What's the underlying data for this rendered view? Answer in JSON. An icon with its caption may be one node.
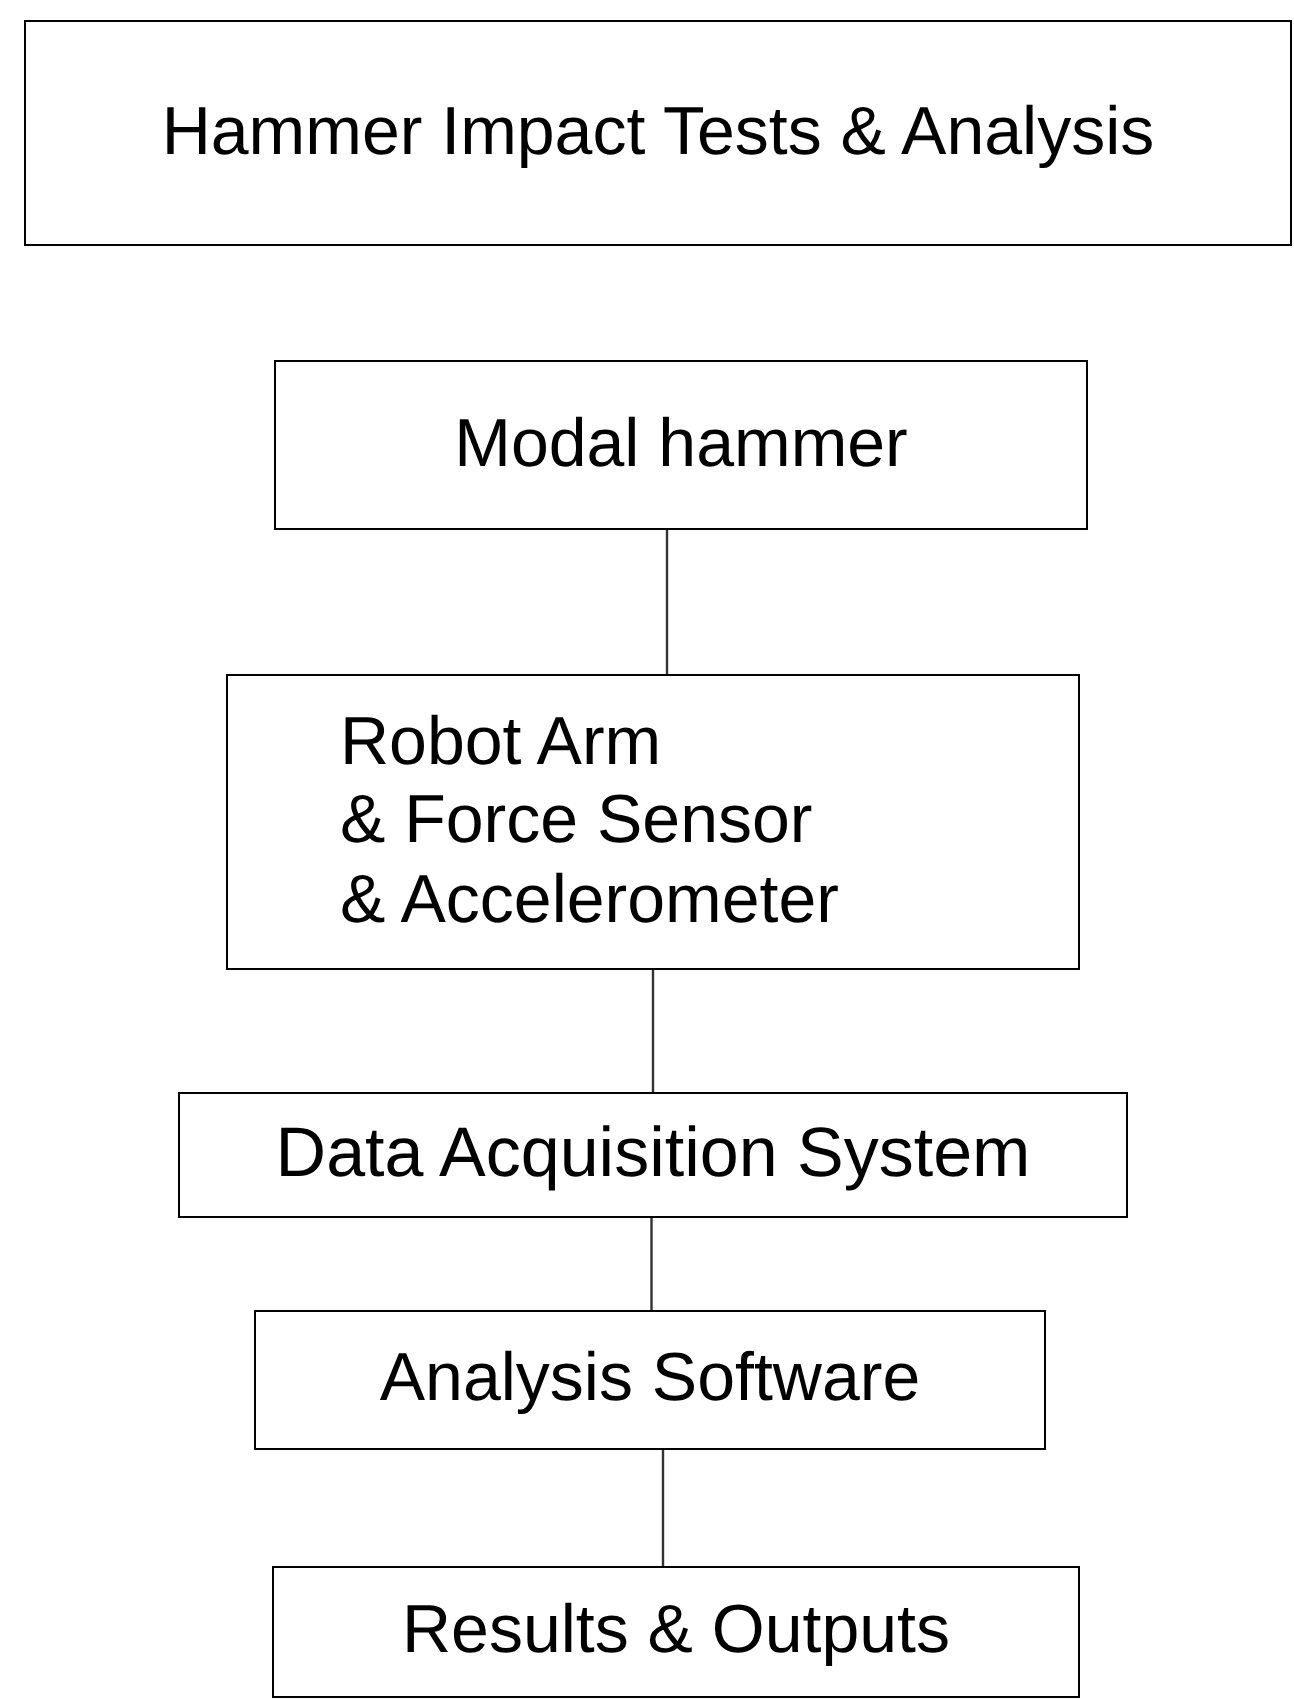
{
  "diagram": {
    "nodes": [
      {
        "text": [
          "Hammer Impact Tests & Analysis"
        ]
      },
      {
        "text": [
          "Modal hammer"
        ]
      },
      {
        "text": [
          "Robot Arm & Force Sensor & Accelerometer"
        ]
      },
      {
        "text": [
          "Data Acquisition System"
        ]
      },
      {
        "text": [
          "Analysis Software"
        ]
      },
      {
        "text": [
          "Results & Outputs"
        ]
      }
    ],
    "edges": [
      {
        "from": 1,
        "to": 2,
        "arrow": "none"
      },
      {
        "from": 2,
        "to": 3,
        "arrow": "none"
      },
      {
        "from": 3,
        "to": 4,
        "arrow": "none"
      },
      {
        "from": 4,
        "to": 5,
        "arrow": "none"
      }
    ]
  }
}
